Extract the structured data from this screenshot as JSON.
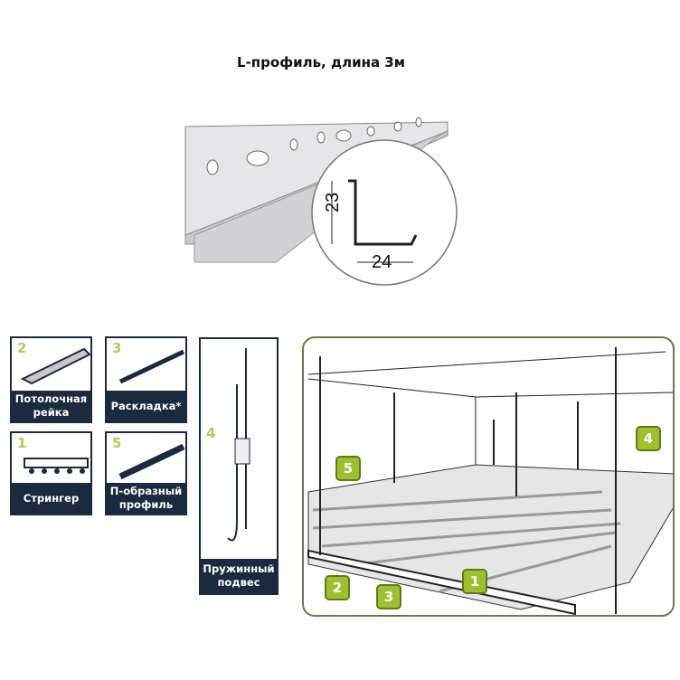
{
  "title": "L-профиль, длина 3м",
  "profile": {
    "height_label": "23",
    "width_label": "24"
  },
  "cards": [
    {
      "number": "2",
      "label": "Потолочная рейка"
    },
    {
      "number": "3",
      "label": "Раскладка*"
    },
    {
      "number": "1",
      "label": "Стрингер"
    },
    {
      "number": "5",
      "label": "П-образный профиль"
    },
    {
      "number": "4",
      "label": "Пружинный подвес"
    }
  ],
  "scene_badges": [
    "5",
    "4",
    "2",
    "3",
    "1"
  ],
  "colors": {
    "navy": "#1b2a3e",
    "green": "#9fbf2f"
  }
}
